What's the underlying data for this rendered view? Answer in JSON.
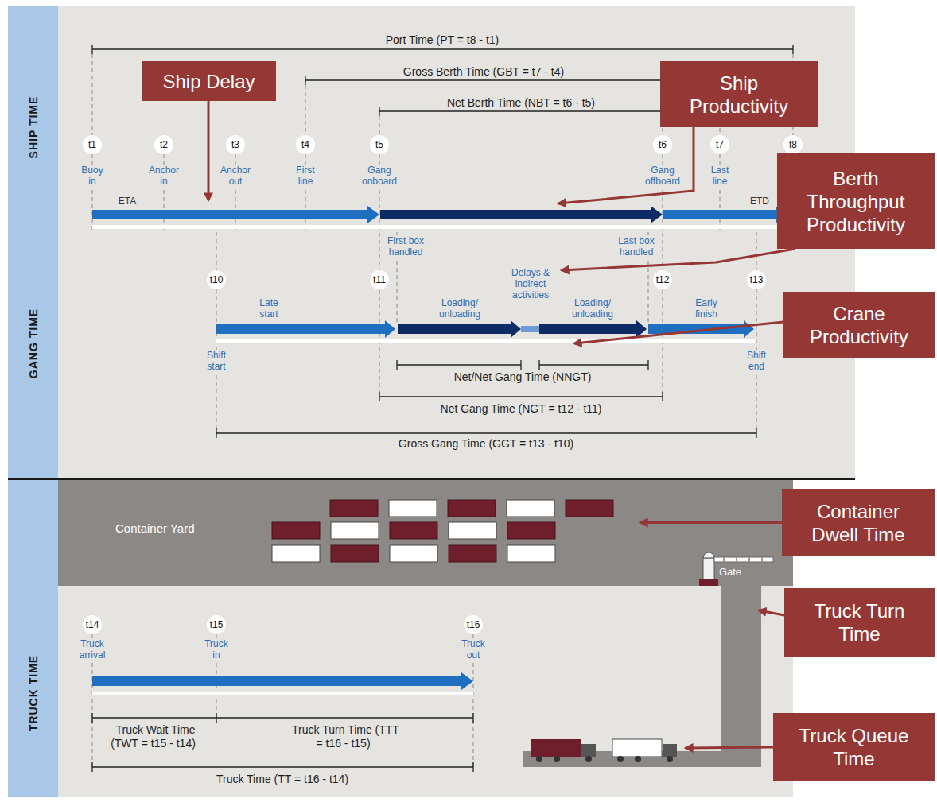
{
  "diagram": {
    "nodes": [
      {
        "text": [
          "Ship Delay"
        ]
      },
      {
        "text": [
          "Ship Productivity"
        ]
      },
      {
        "text": [
          "Berth Throughput Productivity"
        ]
      },
      {
        "text": [
          "Crane Productivity"
        ]
      },
      {
        "text": [
          "Container Yard"
        ]
      },
      {
        "text": [
          "Container Dwell Time"
        ]
      },
      {
        "text": [
          "Truck Turn Time"
        ]
      },
      {
        "text": [
          "Truck Queue Time"
        ]
      }
    ],
    "edges": [
      {
        "from": 5,
        "to": 4,
        "arrow": "to"
      }
    ],
    "labels": [
      "SHIP TIME",
      "Port Time (PT = t8 - t1)",
      "Gross Berth Time (GBT = t7 - t4)",
      "Net Berth Time (NBT = t6 - t5)",
      "t1",
      "t2",
      "t3",
      "t4",
      "t5",
      "t6",
      "t7",
      "t8",
      "Buoy in",
      "Anchor in",
      "Anchor out",
      "First line",
      "Gang onboard",
      "Gang offboard",
      "Last line",
      "ETA",
      "ETD",
      "First box handled",
      "Last box handled",
      "GANG TIME",
      "t10",
      "t11",
      "t12",
      "t13",
      "Delays & indirect activities",
      "Late start",
      "Loading/ unloading",
      "Loading/ unloading",
      "Early finish",
      "Shift start",
      "Shift end",
      "Net/Net Gang Time (NNGT)",
      "Net Gang Time (NGT = t12 - t11)",
      "Gross Gang Time (GGT = t13 - t10)",
      "Gate",
      "TRUCK TIME",
      "t14",
      "t15",
      "t16",
      "Truck arrival",
      "Truck in",
      "Truck out",
      "Truck Wait Time (TWT = t15 - t14)",
      "Truck Turn Time (TTT = t16 - t15)",
      "Truck Time (TT = t16 - t14)"
    ]
  }
}
